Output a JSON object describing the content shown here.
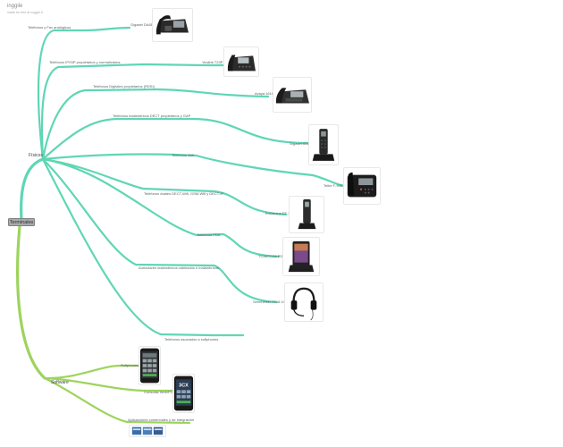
{
  "header": {
    "title": "inggile",
    "subtitle": "made for free at coggle.it"
  },
  "root": {
    "label": "Terminales"
  },
  "branches": {
    "fisicos": "Físicos",
    "software": "Software"
  },
  "nodes": {
    "analog": "Teléfonos y Fax analógicos",
    "analog_leaf": "Gigaset DA810A",
    "sip": "Teléfonos IP/SIP propietarios y normalizados",
    "sip_leaf": "Yealink T23P",
    "digital": "Teléfonos Digitales propietarios (RDSI)",
    "digital_leaf": "Avaya 1616",
    "dect": "Teléfonos inalámbricos DECT propietarios y GAP",
    "dect_leaf": "Gigaset A510",
    "wifi": "Teléfonos Wifi",
    "wifi_leaf": "Telbe F-900",
    "dual": "Teléfonos duales DECT-Wifi, GSM-Wifi y DECT-IP",
    "dual_leaf": "EnGenius DT-300",
    "pda": "Teléfonos PDA",
    "pda_leaf": "TC55/TC56 PDA",
    "headset": "Auriculares inalámbricos cableados e inalámbricos",
    "headset_leaf": "Sennheiser PC 8 USB",
    "assoc": "Teléfonos asociados a softphones",
    "softphones": "Softphones",
    "consolas": "Consolas Web/PC",
    "apps": "Aplicaciones comerciales y de integración"
  },
  "colors": {
    "physical_branch": "#5fd6b5",
    "software_branch": "#9dd45c",
    "root_fill": "#a8aaab"
  },
  "icons": {
    "analog": "desk-phone-icon",
    "sip": "ip-phone-icon",
    "digital": "digital-phone-icon",
    "dect": "cordless-phone-icon",
    "wifi": "fixed-gsm-phone-icon",
    "dual": "dect-handset-icon",
    "pda": "pda-device-icon",
    "headset": "headset-icon",
    "softphones": "softphone-app-icon",
    "consolas": "3cx-app-icon",
    "apps": "app-screenshots-icon"
  },
  "thumb_labels": {
    "consolas_logo": "3CX"
  }
}
